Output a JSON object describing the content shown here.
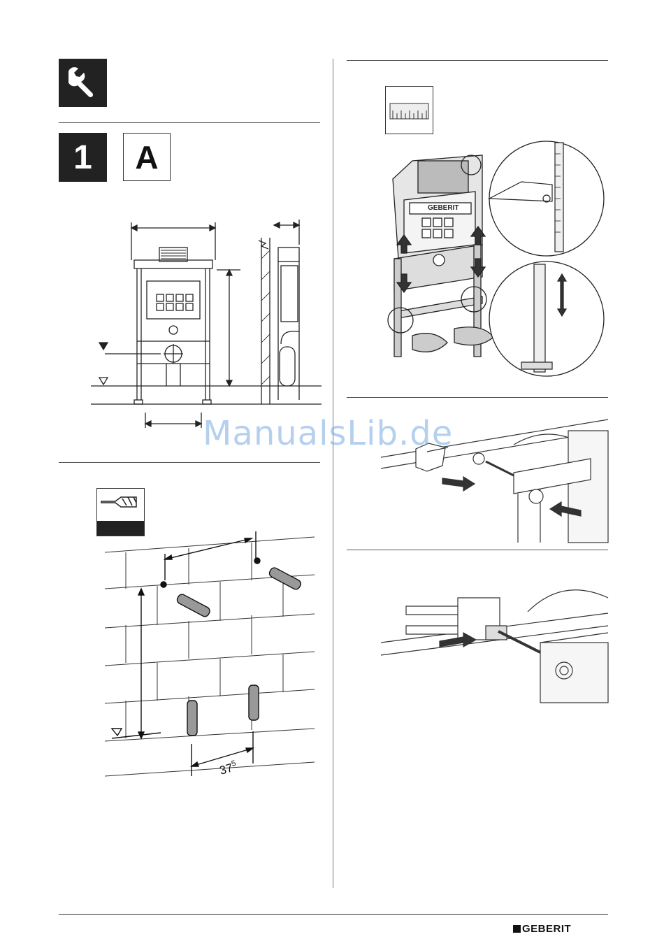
{
  "step": {
    "number": "1",
    "variant": "A"
  },
  "icons": {
    "tool": "wrench-icon",
    "ruler": "ruler-icon",
    "drill": "drill-bit-icon"
  },
  "dimensions": {
    "anchor_spacing": "37",
    "anchor_spacing_sup": "5"
  },
  "watermark": "ManualsLib.de",
  "brand": {
    "name": "GEBERIT",
    "frame_label": "GEBERIT"
  },
  "colors": {
    "ink": "#1a1a1a",
    "panel": "#222222",
    "watermark": "#78aae1"
  }
}
